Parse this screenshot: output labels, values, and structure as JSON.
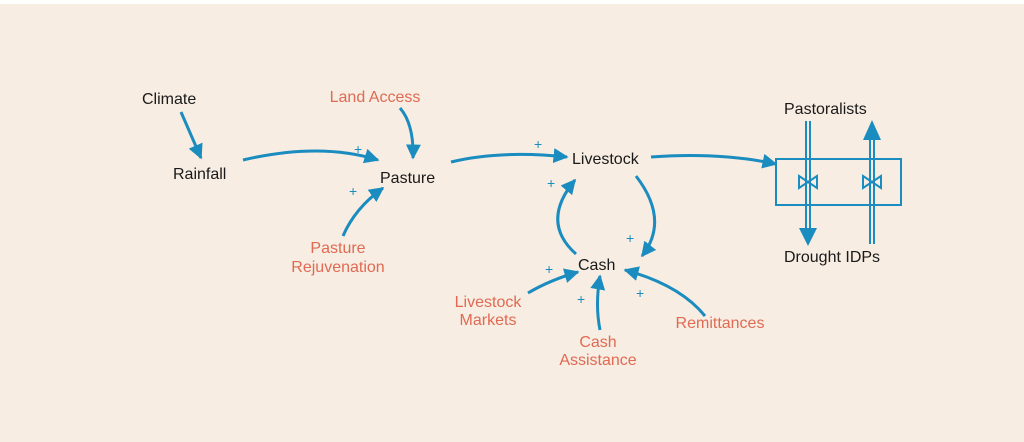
{
  "colors": {
    "background": "#f7ede2",
    "arrow": "#1a8cbf",
    "primary_text": "#1a1a1a",
    "external_text": "#e06a53"
  },
  "nodes": {
    "climate": "Climate",
    "rainfall": "Rainfall",
    "land_access": "Land Access",
    "pasture": "Pasture",
    "pasture_rejuvenation_line1": "Pasture",
    "pasture_rejuvenation_line2": "Rejuvenation",
    "livestock": "Livestock",
    "cash": "Cash",
    "livestock_markets_line1": "Livestock",
    "livestock_markets_line2": "Markets",
    "cash_assistance_line1": "Cash",
    "cash_assistance_line2": "Assistance",
    "remittances": "Remittances",
    "pastoralists": "Pastoralists",
    "drought_idps": "Drought IDPs"
  },
  "polarity": {
    "rainfall_to_pasture": "+",
    "rejuvenation_to_pasture": "+",
    "pasture_to_livestock": "+",
    "cash_to_livestock": "+",
    "livestock_to_cash": "+",
    "markets_to_cash": "+",
    "assistance_to_cash": "+",
    "remittances_to_cash": "+"
  }
}
